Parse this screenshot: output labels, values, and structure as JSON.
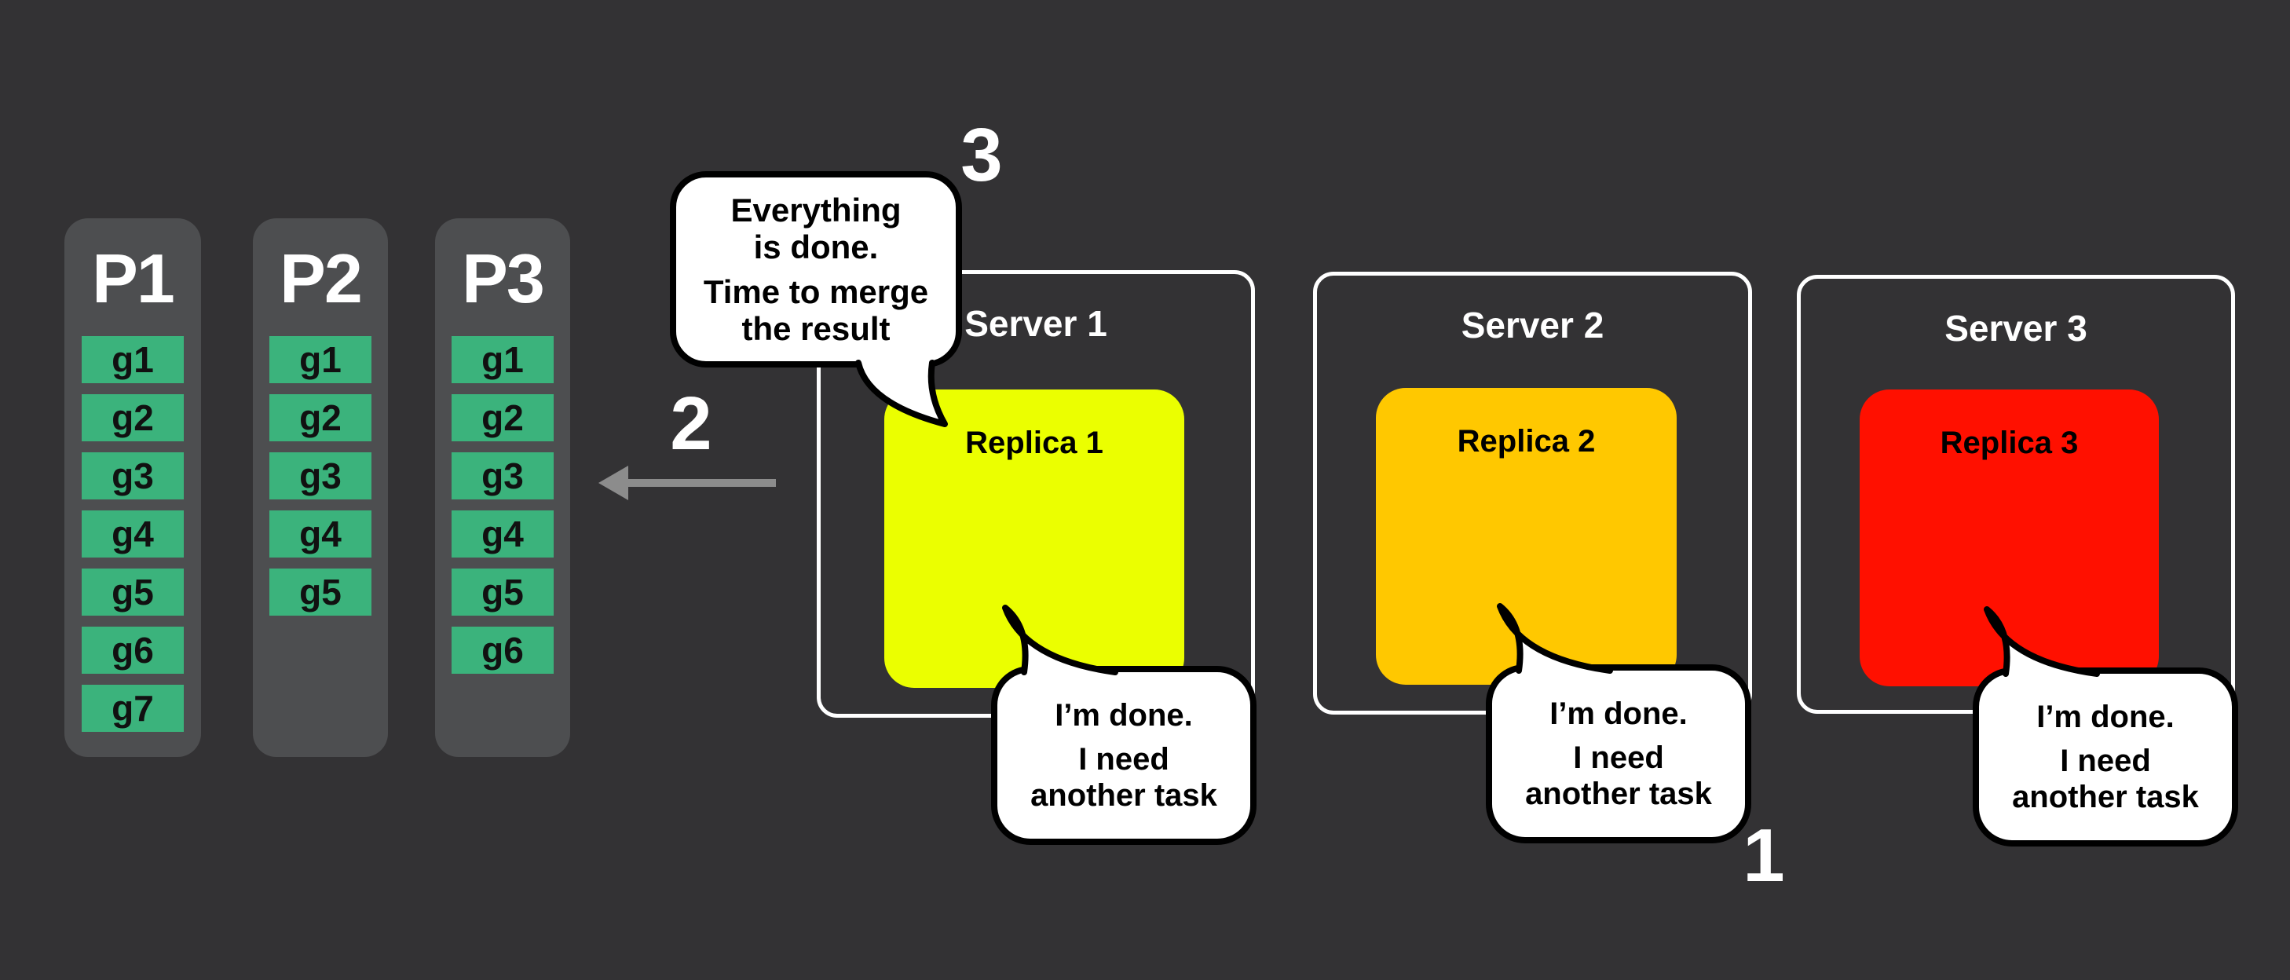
{
  "colors": {
    "background": "#333234",
    "panel": "#4D4E50",
    "cell": "#3BB37C",
    "replica1": "#EBFF00",
    "replica2": "#FFC800",
    "replica3": "#FF1000",
    "arrow": "#8C8C8C"
  },
  "partitions": [
    {
      "label": "P1",
      "cells": [
        "g1",
        "g2",
        "g3",
        "g4",
        "g5",
        "g6",
        "g7"
      ]
    },
    {
      "label": "P2",
      "cells": [
        "g1",
        "g2",
        "g3",
        "g4",
        "g5"
      ]
    },
    {
      "label": "P3",
      "cells": [
        "g1",
        "g2",
        "g3",
        "g4",
        "g5",
        "g6"
      ]
    }
  ],
  "steps": {
    "step1": "1",
    "step2": "2",
    "step3": "3"
  },
  "merge_bubble": {
    "line1": "Everything",
    "line2": "is done.",
    "line3": "Time to merge",
    "line4": "the result"
  },
  "done_bubble": {
    "line1": "I’m done.",
    "line2": "I need",
    "line3": "another task"
  },
  "servers": [
    {
      "title": "Server 1",
      "replica_label": "Replica 1"
    },
    {
      "title": "Server 2",
      "replica_label": "Replica 2"
    },
    {
      "title": "Server 3",
      "replica_label": "Replica 3"
    }
  ]
}
